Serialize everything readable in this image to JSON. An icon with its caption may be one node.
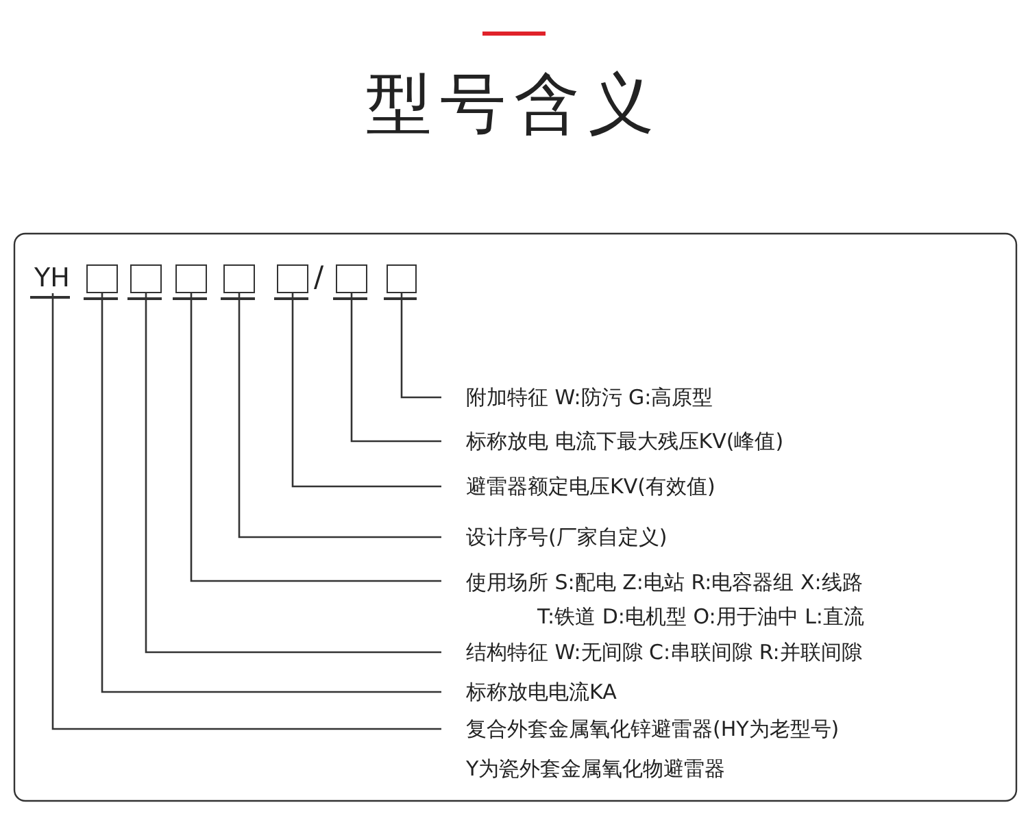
{
  "diagram": {
    "title": "型号含义",
    "nodes": [
      {
        "text": [
          "YH"
        ]
      },
      {
        "text": [],
        "shape": "box"
      },
      {
        "text": [],
        "shape": "box"
      },
      {
        "text": [],
        "shape": "box"
      },
      {
        "text": [],
        "shape": "box"
      },
      {
        "text": [],
        "shape": "box"
      },
      {
        "text": [],
        "shape": "box"
      },
      {
        "text": [],
        "shape": "box"
      },
      {
        "text": [
          "附加特征 W:防污 G:高原型"
        ]
      },
      {
        "text": [
          "标称放电 电流下最大残压KV(峰值)"
        ]
      },
      {
        "text": [
          "避雷器额定电压KV(有效值)"
        ]
      },
      {
        "text": [
          "设计序号(厂家自定义)"
        ]
      },
      {
        "text": [
          "使用场所 S:配电 Z:电站 R:电容器组 X:线路 T:铁道 D:电机型 O:用于油中 L:直流"
        ]
      },
      {
        "text": [
          "结构特征 W:无间隙 C:串联间隙 R:并联间隙"
        ]
      },
      {
        "text": [
          "标称放电电流KA"
        ]
      },
      {
        "text": [
          "复合外套金属氧化锌避雷器(HY为老型号)",
          "Y为瓷外套金属氧化物避雷器"
        ]
      }
    ],
    "edges": [
      {
        "from": 7,
        "to": 8,
        "arrow": "none"
      },
      {
        "from": 6,
        "to": 9,
        "arrow": "none"
      },
      {
        "from": 5,
        "to": 10,
        "arrow": "none"
      },
      {
        "from": 4,
        "to": 11,
        "arrow": "none"
      },
      {
        "from": 3,
        "to": 12,
        "arrow": "none"
      },
      {
        "from": 2,
        "to": 13,
        "arrow": "none"
      },
      {
        "from": 1,
        "to": 14,
        "arrow": "none"
      },
      {
        "from": 0,
        "to": 15,
        "arrow": "none"
      }
    ],
    "labels": [
      "/"
    ]
  }
}
